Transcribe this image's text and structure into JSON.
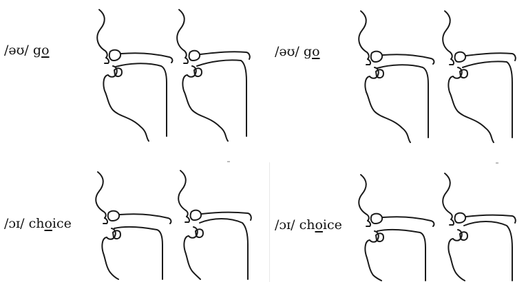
{
  "labels": [
    {
      "ipa": "/əʊ/",
      "pre": "g",
      "ul": "o",
      "post": ""
    },
    {
      "ipa": "/əʊ/",
      "pre": "g",
      "ul": "o",
      "post": ""
    },
    {
      "ipa": "/ɔɪ/",
      "pre": "ch",
      "ul": "o",
      "post": "ice"
    },
    {
      "ipa": "/ɔɪ/",
      "pre": "ch",
      "ul": "o",
      "post": "ice"
    }
  ],
  "colors": {
    "line": "#1a1a1a",
    "background": "#ffffff"
  },
  "diagram_count": 8
}
